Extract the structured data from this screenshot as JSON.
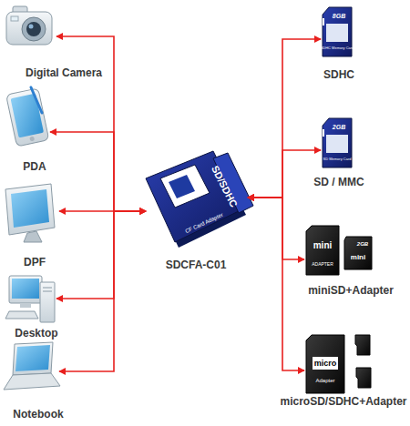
{
  "diagram": {
    "nodes": [
      {
        "text": [
          "Digital Camera"
        ]
      },
      {
        "text": [
          "PDA"
        ]
      },
      {
        "text": [
          "DPF"
        ]
      },
      {
        "text": [
          "Desktop"
        ]
      },
      {
        "text": [
          "Notebook"
        ]
      },
      {
        "text": [
          "SDCFA-C01"
        ]
      },
      {
        "text": [
          "SDHC"
        ]
      },
      {
        "text": [
          "SD / MMC"
        ]
      },
      {
        "text": [
          "miniSD+Adapter"
        ]
      },
      {
        "text": [
          "microSD/SDHC+Adapter"
        ]
      }
    ],
    "edges": [
      {
        "from": 5,
        "to": 0,
        "arrow": "both"
      },
      {
        "from": 5,
        "to": 1,
        "arrow": "both"
      },
      {
        "from": 5,
        "to": 2,
        "arrow": "both"
      },
      {
        "from": 5,
        "to": 3,
        "arrow": "both"
      },
      {
        "from": 5,
        "to": 4,
        "arrow": "both"
      },
      {
        "from": 5,
        "to": 6,
        "arrow": "both"
      },
      {
        "from": 5,
        "to": 7,
        "arrow": "both"
      },
      {
        "from": 5,
        "to": 8,
        "arrow": "both"
      },
      {
        "from": 5,
        "to": 9,
        "arrow": "both"
      }
    ],
    "labels": [
      "SD/SDHC",
      "CF Card Adapter",
      "8GB",
      "SDHC Memory Card",
      "2GB",
      "SD Memory Card",
      "mini",
      "ADAPTER",
      "2GB",
      "mini",
      "micro",
      "Adapter"
    ]
  }
}
